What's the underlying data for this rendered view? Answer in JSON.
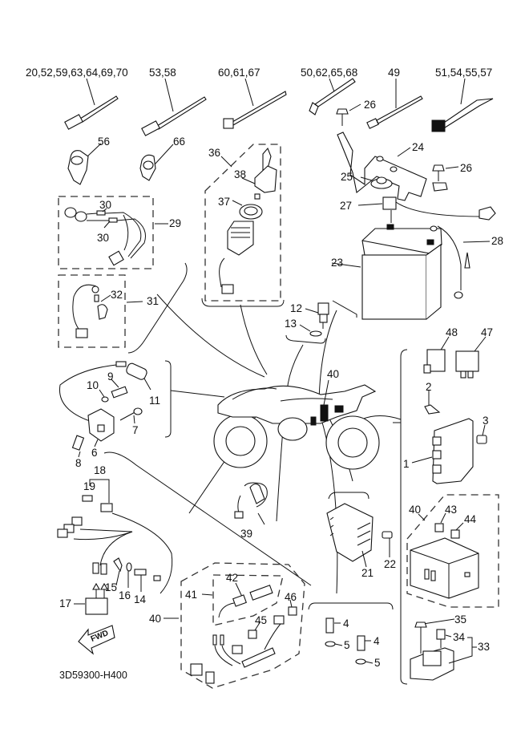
{
  "diagram": {
    "title": "Electrical parts diagram (ATV)",
    "reference_code": "3D59300-H400",
    "direction_marker": "FWD",
    "callouts": {
      "c_20_group": "20,52,59,63,64,69,70",
      "c_53_58": "53,58",
      "c_60_61_67": "60,61,67",
      "c_50_group": "50,62,65,68",
      "c_49": "49",
      "c_51_group": "51,54,55,57",
      "c_56": "56",
      "c_66": "66",
      "c_26a": "26",
      "c_26b": "26",
      "c_24": "24",
      "c_25": "25",
      "c_27": "27",
      "c_28": "28",
      "c_23": "23",
      "c_36": "36",
      "c_38": "38",
      "c_37": "37",
      "c_29": "29",
      "c_30a": "30",
      "c_30b": "30",
      "c_31": "31",
      "c_32": "32",
      "c_12": "12",
      "c_13": "13",
      "c_48": "48",
      "c_47": "47",
      "c_2": "2",
      "c_3": "3",
      "c_1": "1",
      "c_10": "10",
      "c_9": "9",
      "c_11": "11",
      "c_7": "7",
      "c_6": "6",
      "c_8": "8",
      "c_40_vehicle": "40",
      "c_18": "18",
      "c_19": "19",
      "c_17": "17",
      "c_15": "15",
      "c_16": "16",
      "c_14": "14",
      "c_39": "39",
      "c_21": "21",
      "c_22": "22",
      "c_40_fusebox": "40",
      "c_43": "43",
      "c_44": "44",
      "c_41": "41",
      "c_42": "42",
      "c_46": "46",
      "c_45": "45",
      "c_40_harness": "40",
      "c_4a": "4",
      "c_5a": "5",
      "c_4b": "4",
      "c_5b": "5",
      "c_35": "35",
      "c_34": "34",
      "c_33": "33"
    }
  }
}
